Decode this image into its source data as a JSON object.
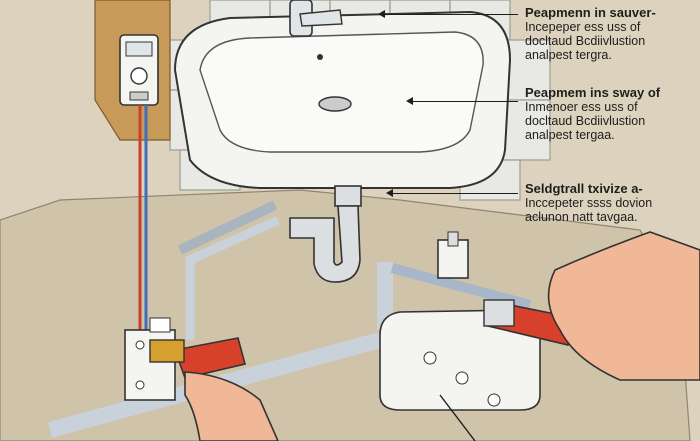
{
  "callouts": [
    {
      "heading": "Peapmenn in sauver-",
      "lines": [
        "Incepeper ess uss of",
        "docltaud Bcdiivlustion",
        "analpest tergra."
      ]
    },
    {
      "heading": "Peapmem ins sway of",
      "lines": [
        "Inmenoer ess uss of",
        "docltaud Bcdiivlustion",
        "analpest tergaa."
      ]
    },
    {
      "heading": "Seldgtrall txivize a-",
      "lines": [
        "Inccepeter ssss dovion",
        "aclunon natt tavgaa."
      ]
    }
  ],
  "colors": {
    "wall": "#ddd2bd",
    "tile": "#e8e8e4",
    "porcelain": "#f4f4f1",
    "pipe": "#c9d2db",
    "wrench": "#d7412c",
    "hand": "#f0b896",
    "hot_line": "#c8402f",
    "cold_line": "#3e6fb8"
  },
  "icons": [
    "sink-basin",
    "faucet",
    "drain",
    "p-trap",
    "shutoff-valve",
    "pipe-wrench",
    "hand",
    "wall-thermostat"
  ]
}
